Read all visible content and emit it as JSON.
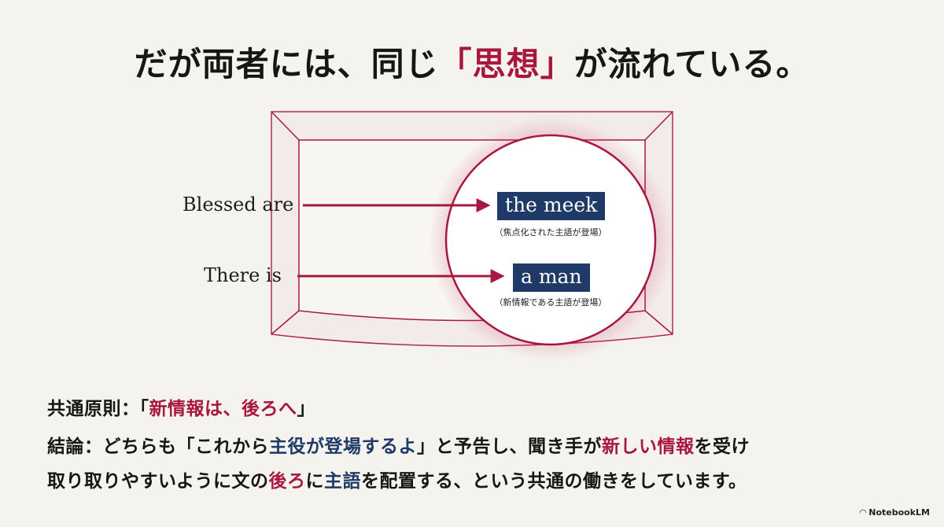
{
  "title": {
    "pre": "だが両者には、同じ",
    "open_bracket": "「",
    "accent": "思想",
    "close_bracket": "」",
    "post": "が流れている。"
  },
  "diagram": {
    "rows": [
      {
        "left": "Blessed are",
        "subject": "the meek",
        "note": "（焦点化された主語が登場）"
      },
      {
        "left": "There is",
        "subject": "a man",
        "note": "（新情報である主語が登場）"
      }
    ]
  },
  "principle": {
    "label": "共通原則：",
    "quote_open": "「",
    "quote": "新情報は、後ろへ",
    "quote_close": "」"
  },
  "conclusion": {
    "line1": [
      {
        "text": "結論：どちらも「これから",
        "style": "plain"
      },
      {
        "text": "主役が登場するよ",
        "style": "blue"
      },
      {
        "text": "」と予告し、聞き手が",
        "style": "plain"
      },
      {
        "text": "新しい情報",
        "style": "red"
      },
      {
        "text": "を受け",
        "style": "plain"
      }
    ],
    "line2": [
      {
        "text": "取り取りやすいように文の",
        "style": "plain"
      },
      {
        "text": "後ろ",
        "style": "red"
      },
      {
        "text": "に",
        "style": "plain"
      },
      {
        "text": "主語",
        "style": "blue"
      },
      {
        "text": "を配置する、という共通の働きをしています。",
        "style": "plain"
      }
    ]
  },
  "branding": {
    "name": "NotebookLM",
    "icon": "notebooklm-logo-icon"
  },
  "colors": {
    "accent_red": "#a8183e",
    "accent_blue": "#1f3a66",
    "background": "#f5f3ee"
  }
}
